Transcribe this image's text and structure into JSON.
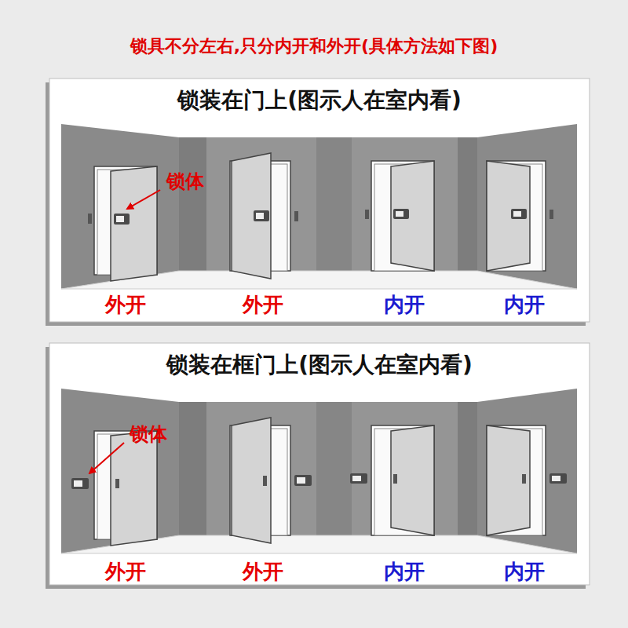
{
  "diagram": {
    "title": "锁具不分左右,只分内开和外开(具体方法如下图)",
    "nodes": [
      {
        "text": [
          "锁装在门上(图示人在室内看)"
        ]
      },
      {
        "text": [
          "锁装在框门上(图示人在室内看)"
        ]
      }
    ],
    "labels": [
      "锁体",
      "外开",
      "外开",
      "内开",
      "内开",
      "锁体",
      "外开",
      "外开",
      "内开",
      "内开"
    ]
  }
}
